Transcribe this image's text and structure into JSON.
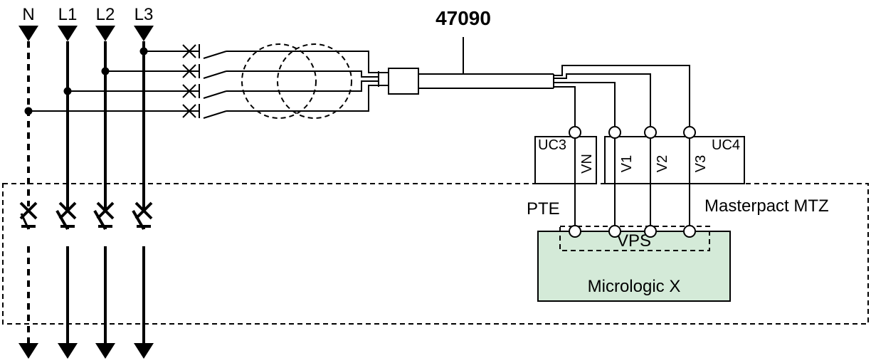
{
  "phases": {
    "n": "N",
    "l1": "L1",
    "l2": "L2",
    "l3": "L3"
  },
  "sensor_ref": "47090",
  "terminal_blocks": {
    "uc3": "UC3",
    "uc4": "UC4"
  },
  "terminals": {
    "vn": "VN",
    "v1": "V1",
    "v2": "V2",
    "v3": "V3"
  },
  "breaker": {
    "pte": "PTE",
    "name": "Masterpact MTZ"
  },
  "trip_unit": {
    "module": "VPS",
    "name": "Micrologic X",
    "fill_color": "#d4ead8"
  }
}
